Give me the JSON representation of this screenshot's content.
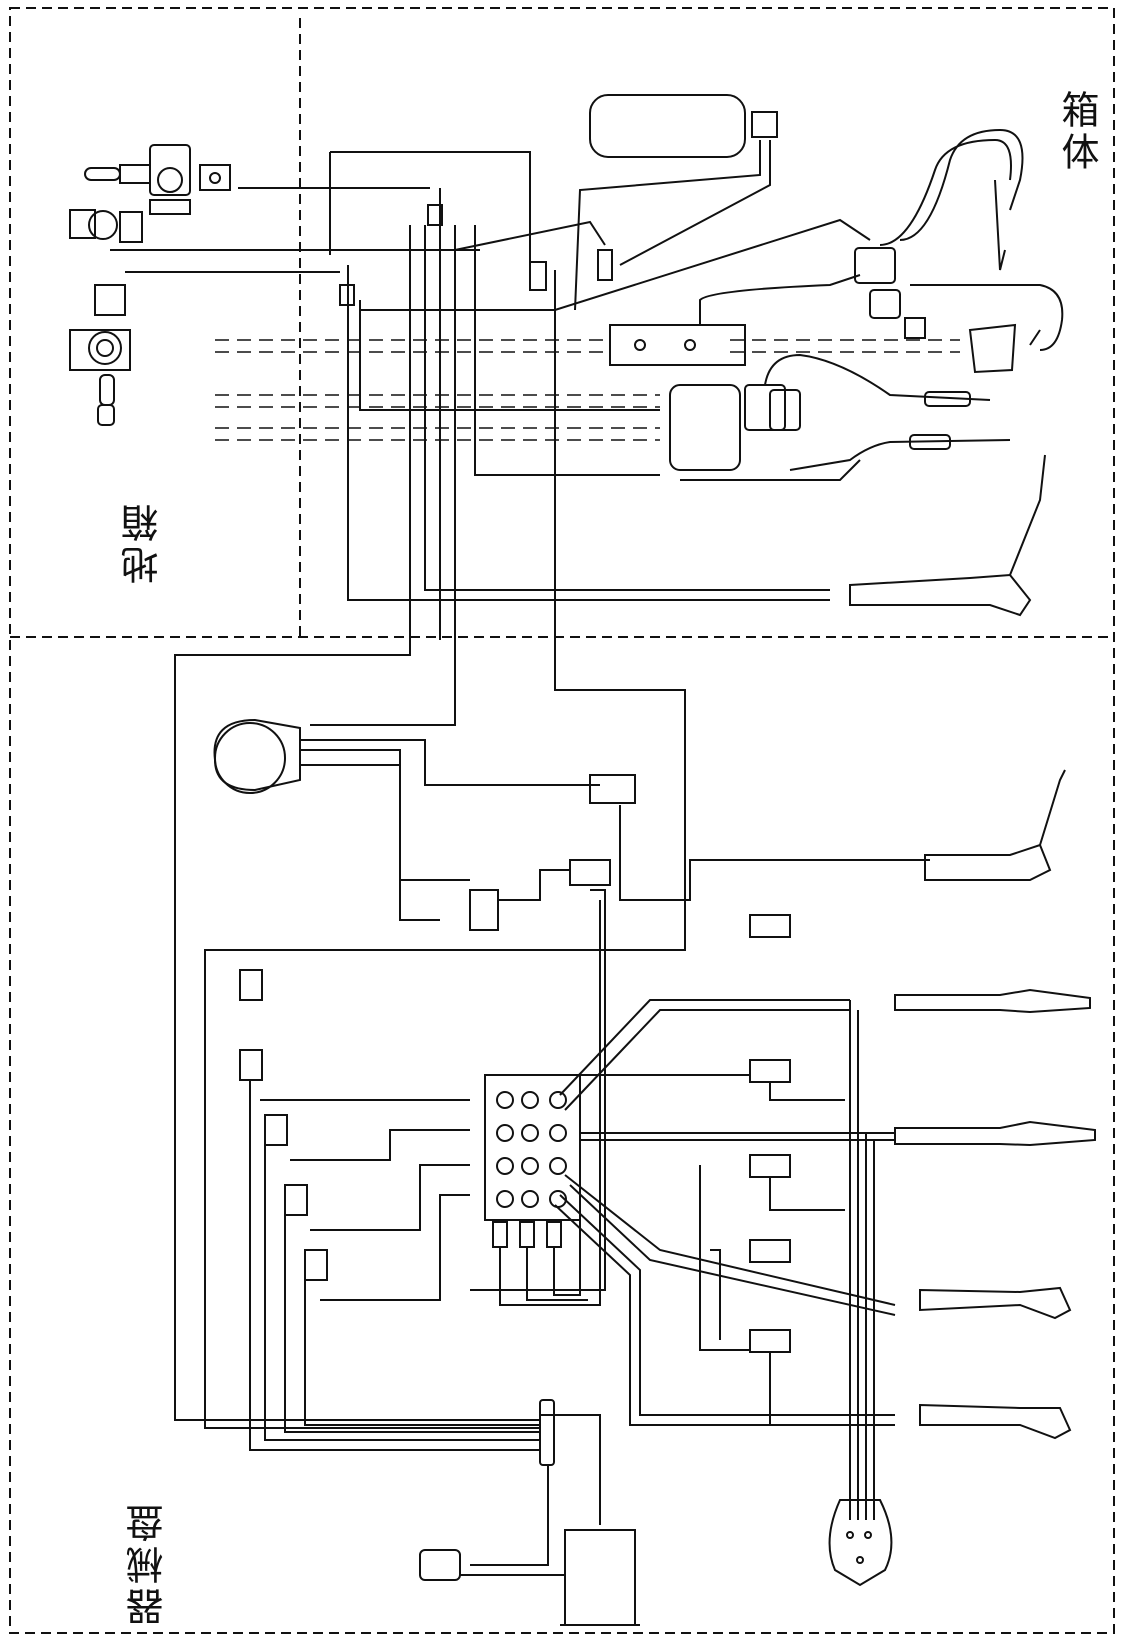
{
  "regions": {
    "cabinet_label": "箱体",
    "ground_box_label": "地箱",
    "instrument_tray_label": "器械盘"
  },
  "colors": {
    "line": "#111111",
    "background": "#ffffff"
  }
}
